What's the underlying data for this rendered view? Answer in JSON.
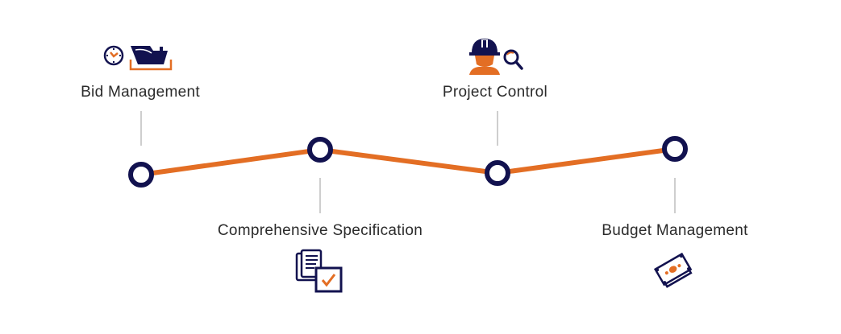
{
  "colors": {
    "line": "#E36E24",
    "node": "#12124F",
    "connector": "#BDBDBD",
    "text": "#2B2B2B",
    "accent": "#E36E24"
  },
  "steps": [
    {
      "label": "Bid Management",
      "position": "above",
      "level": "low",
      "icon": "clock-ship-icon"
    },
    {
      "label": "Comprehensive Specification",
      "position": "below",
      "level": "high",
      "icon": "documents-checkbox-icon"
    },
    {
      "label": "Project Control",
      "position": "above",
      "level": "low",
      "icon": "engineer-magnifier-icon"
    },
    {
      "label": "Budget Management",
      "position": "below",
      "level": "high",
      "icon": "banknotes-icon"
    }
  ]
}
